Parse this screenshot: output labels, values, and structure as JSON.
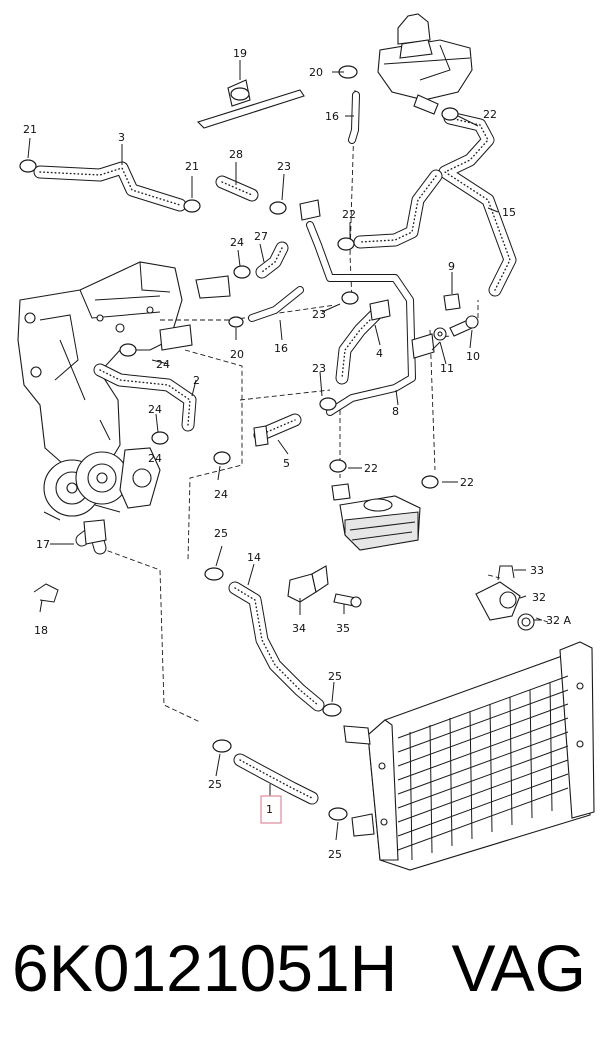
{
  "labels": {
    "p1": "1",
    "p2": "2",
    "p3": "3",
    "p4": "4",
    "p5": "5",
    "p8": "8",
    "p9": "9",
    "p10": "10",
    "p11": "11",
    "p14": "14",
    "p15": "15",
    "p16a": "16",
    "p16b": "16",
    "p17": "17",
    "p18": "18",
    "p19": "19",
    "p20a": "20",
    "p20b": "20",
    "p21a": "21",
    "p21b": "21",
    "p22a": "22",
    "p22b": "22",
    "p22c": "22",
    "p22d": "22",
    "p23a": "23",
    "p23b": "23",
    "p23c": "23",
    "p24a": "24",
    "p24b": "24",
    "p24c": "24",
    "p24d": "24",
    "p24e": "24",
    "p25a": "25",
    "p25b": "25",
    "p25c": "25",
    "p25d": "25",
    "p27": "27",
    "p28": "28",
    "p32": "32",
    "p32a": "32 A",
    "p33": "33",
    "p34": "34",
    "p35": "35"
  },
  "caption": {
    "part_number": "6K0121051H",
    "brand": "VAG"
  }
}
